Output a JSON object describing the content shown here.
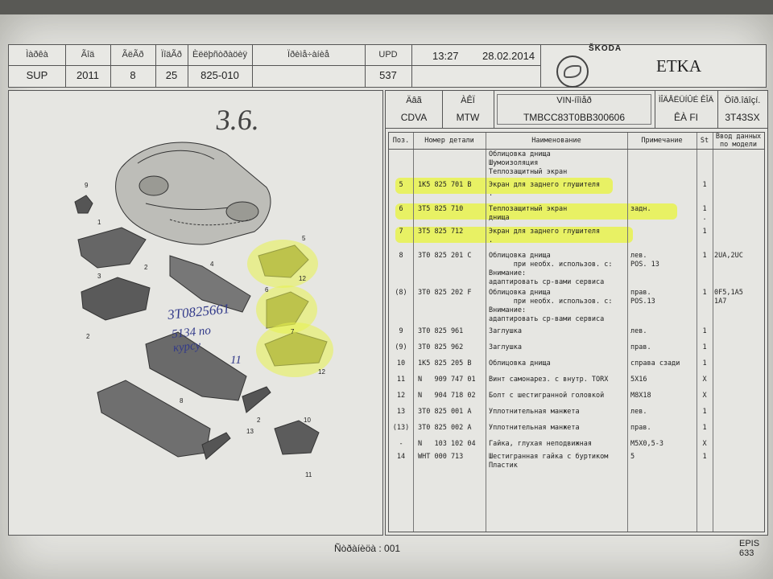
{
  "header": {
    "cells": [
      {
        "label": "Ìàðêà",
        "value": "SUP"
      },
      {
        "label": "Ãîä",
        "value": "2011"
      },
      {
        "label": "ÃëÃð",
        "value": "8"
      },
      {
        "label": "ÏîäÃð",
        "value": "25"
      },
      {
        "label": "Èëëþñòðàöèÿ",
        "value": "825-010"
      },
      {
        "label": "Ïðèìå÷àíèå",
        "value": ""
      },
      {
        "label": "UPD",
        "value": "537"
      }
    ],
    "time": "13:27",
    "date": "28.02.2014",
    "brand": "ŠKODA",
    "app_name": "ETKA"
  },
  "vehicle": {
    "cells": [
      {
        "label": "Äâã",
        "value": "CDVA"
      },
      {
        "label": "ÀÊÏ",
        "value": "MTW"
      },
      {
        "label": "VIN-íîìåð",
        "value": "TMBCC83T0BB300606"
      },
      {
        "label": "ÌÎÄÅËÜÍÛÉ ÊÎÄ",
        "value": "ÊÀ FI"
      },
      {
        "label": "Öîð.îáîçí.",
        "value": "3T43SX"
      }
    ]
  },
  "table": {
    "headers": [
      "Поз.",
      "Номер детали",
      "Наименование",
      "Примечание",
      "St",
      "Ввод данных\nпо модели"
    ],
    "rows": [
      {
        "pos": "",
        "part": "",
        "name": "Облицовка днища\nШумоизоляция\nТеплозащитный экран",
        "note": "",
        "st": "",
        "model": ""
      },
      {
        "pos": "5",
        "part": "1K5 825 701 B",
        "name": "Экран для заднего глушителя\n.",
        "note": "",
        "st": "1",
        "model": ""
      },
      {
        "pos": "6",
        "part": "3T5 825 710",
        "name": "Теплозащитный экран\nднища",
        "note": "задн.",
        "st": "1\n.",
        "model": ""
      },
      {
        "pos": "7",
        "part": "3T5 825 712",
        "name": "Экран для заднего глушителя\n.",
        "note": "",
        "st": "1",
        "model": ""
      },
      {
        "pos": "8",
        "part": "3T0 825 201 C",
        "name": "Облицовка днища\n      при необх. использов. с:\nВнимание:\nадаптировать ср-вами сервиса",
        "note": "лев.\nPOS. 13",
        "st": "1",
        "model": "2UA,2UC"
      },
      {
        "pos": "(8)",
        "part": "3T0 825 202 F",
        "name": "Облицовка днища\n      при необх. использов. с:\nВнимание:\nадаптировать ср-вами сервиса",
        "note": "прав.\nPOS.13",
        "st": "1",
        "model": "0F5,1A5\n1A7"
      },
      {
        "pos": "9",
        "part": "3T0 825 961",
        "name": "Заглушка",
        "note": "лев.",
        "st": "1",
        "model": ""
      },
      {
        "pos": "(9)",
        "part": "3T0 825 962",
        "name": "Заглушка",
        "note": "прав.",
        "st": "1",
        "model": ""
      },
      {
        "pos": "10",
        "part": "1K5 825 205 B",
        "name": "Облицовка днища",
        "note": "справа сзади",
        "st": "1",
        "model": ""
      },
      {
        "pos": "11",
        "part": "N   909 747 01",
        "name": "Винт самонарез. с внутр. TORX",
        "note": "5X16",
        "st": "X",
        "model": ""
      },
      {
        "pos": "12",
        "part": "N   904 718 02",
        "name": "Болт с шестигранной головкой",
        "note": "M8X18",
        "st": "X",
        "model": ""
      },
      {
        "pos": "13",
        "part": "3T0 825 001 A",
        "name": "Уплотнительная манжета",
        "note": "лев.",
        "st": "1",
        "model": ""
      },
      {
        "pos": "(13)",
        "part": "3T0 825 002 A",
        "name": "Уплотнительная манжета",
        "note": "прав.",
        "st": "1",
        "model": ""
      },
      {
        "pos": "-",
        "part": "N   103 102 04",
        "name": "Гайка, глухая неподвижная",
        "note": "M5X0,5-3",
        "st": "X",
        "model": ""
      },
      {
        "pos": "14",
        "part": "WHT 000 713",
        "name": "Шестигранная гайка с буртиком\nПластик",
        "note": "5",
        "st": "1",
        "model": ""
      }
    ]
  },
  "diagram": {
    "page_note": "3.6.",
    "handwritten_part": "3T0825661",
    "handwritten_note": "5134 по курсу",
    "handwritten_extra": "11",
    "callouts": [
      "1",
      "2",
      "2",
      "3",
      "4",
      "5",
      "12",
      "6",
      "7",
      "12",
      "8",
      "2",
      "13",
      "10",
      "11",
      "9"
    ]
  },
  "footer": {
    "page": "Ñòðàíèöà : 001",
    "epis": "EPIS 633"
  },
  "colors": {
    "highlight": "#e7f24e",
    "ink": "#323a8a"
  }
}
